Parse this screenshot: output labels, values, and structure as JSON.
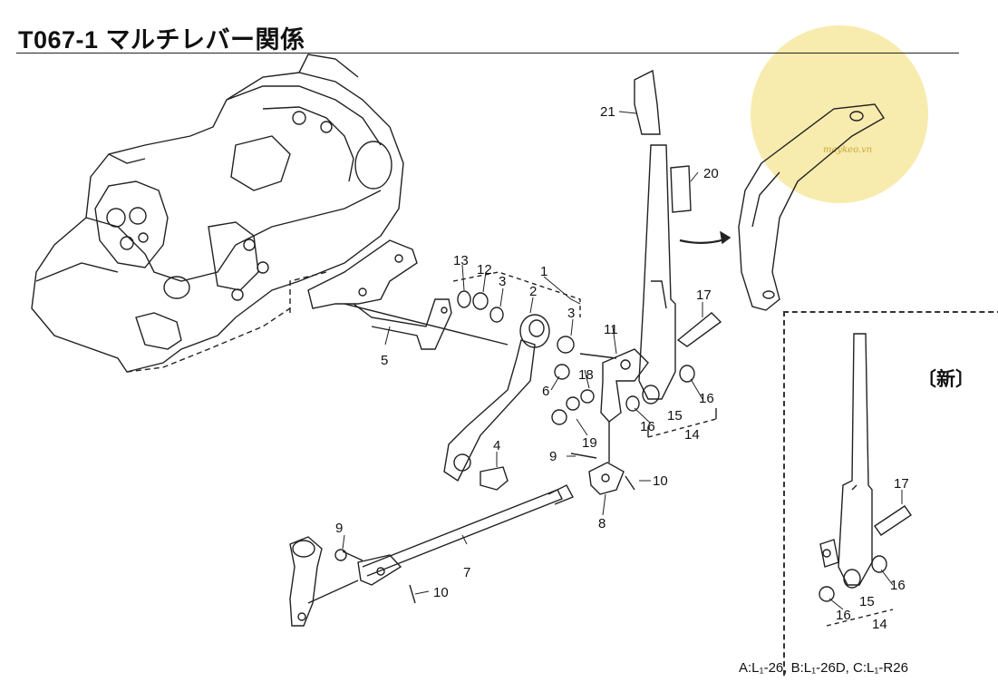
{
  "header": {
    "title": "T067-1  マルチレバー関係"
  },
  "inset": {
    "label": "〔新〕"
  },
  "footer": {
    "models": "A:L₁-26,  B:L₁-26D,  C:L₁-R26"
  },
  "watermark": {
    "text": "maykeo.vn",
    "color": "#f7e7a0"
  },
  "callouts": {
    "c1": "1",
    "c2": "2",
    "c3a": "3",
    "c3b": "3",
    "c4": "4",
    "c5": "5",
    "c6": "6",
    "c7": "7",
    "c8": "8",
    "c9a": "9",
    "c9b": "9",
    "c10a": "10",
    "c10b": "10",
    "c11": "11",
    "c12": "12",
    "c13": "13",
    "c14": "14",
    "c15": "15",
    "c16a": "16",
    "c16b": "16",
    "c17": "17",
    "c18": "18",
    "c19": "19",
    "c20": "20",
    "c21": "21",
    "n14": "14",
    "n15": "15",
    "n16a": "16",
    "n16b": "16",
    "n17": "17"
  }
}
